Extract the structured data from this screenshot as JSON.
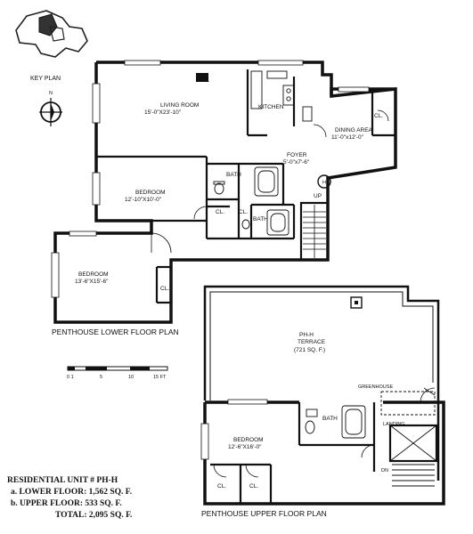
{
  "key_plan": {
    "label": "KEY PLAN",
    "north": "N"
  },
  "lower": {
    "title": "PENTHOUSE LOWER FLOOR PLAN",
    "living_room": {
      "name": "LIVING ROOM",
      "size": "15'-0\"X23'-10\""
    },
    "fireplace": "FP.",
    "kitchen": "KITCHEN",
    "dining": {
      "name": "DINING AREA",
      "size": "11'-0\"x12'-0\""
    },
    "closet": "CL.",
    "foyer": {
      "name": "FOYER",
      "size": "5'-0\"x7'-6\""
    },
    "bedroom1": {
      "name": "BEDROOM",
      "size": "12'-10\"X10'-0\""
    },
    "bath": "BATH",
    "up": "UP",
    "bedroom2": {
      "name": "BEDROOM",
      "size": "13'-6\"X15'-6\""
    }
  },
  "upper": {
    "title": "PENTHOUSE UPPER FLOOR PLAN",
    "terrace": {
      "name": "PH-H",
      "sub": "TERRACE",
      "size": "(721 SQ. F.)"
    },
    "greenhouse": "GREENHOUSE",
    "landing": "LANDING",
    "bath": "BATH",
    "bedroom": {
      "name": "BEDROOM",
      "size": "12'-6\"X16'-0\""
    },
    "closet": "CL.",
    "dn": "DN"
  },
  "scale_ticks": [
    "0 1",
    "5",
    "10",
    "15 FT"
  ],
  "summary": {
    "unit": "RESIDENTIAL UNIT # PH-H",
    "lower": "a. LOWER FLOOR: 1,562 SQ. F.",
    "upper": "b. UPPER FLOOR: 533 SQ. F.",
    "total": "TOTAL: 2,095 SQ. F."
  }
}
